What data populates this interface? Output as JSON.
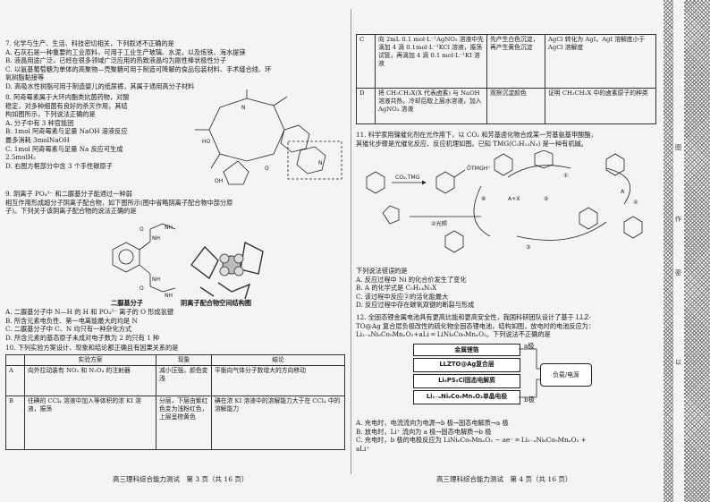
{
  "left": {
    "q7": [
      "7. 化学与生产、生活、科技密切相关，下列叙述不正确的是",
      "A. 石灰石是一种重要的工业原料，可用于工业生产玻璃、水泥，以及炼铁、海水提镁",
      "B. 液晶用途广泛，已经在很多领域广泛应用的热致液晶均为刚性棒状极性分子",
      "C. 以氨基葡萄糖为单体的高聚物—壳聚糖可用于制造可降解的食品包装材料、手术缝合线、环",
      "   氧树脂黏接等",
      "D. 高吸水性树脂可用于制造婴儿的纸尿裤，其属于通用高分子材料"
    ],
    "q8": [
      "8. 阿奇霉素属于大环内酯类抗菌药物，对酸",
      "稳定，对多种细菌有良好的杀灭作用，其结",
      "构如图所示，下列说法正确的是",
      "A. 分子中有 3 种官能团",
      "B. 1mol 阿奇霉素与足量 NaOH 溶液反应",
      "   最多消耗 3molNaOH",
      "C. 1mol 阿奇霉素与足量 Na 反应可生成",
      "   2.5molH₂",
      "D. 右图方框部分中含 3 个手性碳原子"
    ],
    "q9": [
      "9. 阴离子 PO₄³⁻ 和二脲基分子能通过一种弱",
      "相互作用形成超分子阴离子配合物，如下图所示(图中省略阴离子配合物中部分原",
      "子)。下列关于该阴离子配合物的说法正确的是"
    ],
    "q9_fig1": "二脲基分子",
    "q9_fig2": "阴离子配合物空间结构图",
    "q9_opts": [
      "A. 二脲基分子中 N—H 的 H 和 PO₄³⁻ 离子的 O 形成氢键",
      "B. 所含元素电负性、第一电离能最大的均是 N",
      "C. 二脲基分子中 C、N 均只有一种杂化方式",
      "D. 所含元素的基态原子未成对电子数为 2 的只有 1 种"
    ],
    "q10": "10. 下列实验方案设计、现象和结论都正确且有因果关系的是",
    "table": {
      "headers": [
        "",
        "实验方案",
        "现象",
        "结论"
      ],
      "rows": [
        [
          "A",
          "向外拉动装有 NO₂ 和 N₂O₄ 的注射器",
          "减小压强，颜色变浅",
          "平衡向气体分子数增大的方向移动"
        ],
        [
          "B",
          "往碘的 CCl₄ 溶液中加入等体积的浓 KI 溶液，振荡",
          "分层，下层由紫红色变为浅粉红色，上层呈棕黄色",
          "碘在浓 KI 溶液中的溶解能力大于在 CCl₄ 中的溶解能力"
        ]
      ]
    },
    "footer": "高三理科综合能力测试　第 3 页（共 16 页）"
  },
  "right": {
    "table": [
      [
        "C",
        "向 2mL 0.1 mol·L⁻¹AgNO₃ 溶液中先滴加 4 滴 0.1mol·L⁻¹KCl 溶液，振荡试管，再滴加 4 滴 0.1 mol·L⁻¹KI 溶液",
        "先产生白色沉淀，再产生黄色沉淀",
        "AgCl 转化为 AgI，AgI 溶解度小于 AgCl 溶解度"
      ],
      [
        "D",
        "将 CH₃CH₂X(X 代表卤素) 与 NaOH 溶液共热，冷却后取上层水溶液，加入 AgNO₃ 溶液",
        "观察沉淀颜色",
        "证明 CH₃CH₂X 中的卤素原子的种类"
      ]
    ],
    "q11": [
      "11. 科学家用镍催化剂在光作用下，以 CO₂ 和芳基卤化物合成某一芳基氨基甲酸酯，",
      "  其催化步骤是光催化反应、反应机理如图。已知 TMG(C₅H₁₃N₃) 是一种有机碱。"
    ],
    "mech_labels": [
      "CO₂,TMG",
      "A+X",
      "②光照",
      "⑤",
      "③",
      "①",
      "④",
      "⑥",
      "ÕTMGH⁺",
      "A"
    ],
    "q11_opts": [
      "下列说法错误的是",
      "A. 反应过程中 Ni 的化合价发生了变化",
      "B. A 的化学式是 C₅H₁₄N₃X",
      "C. 该过程中反应②的活化能最大",
      "D. 反应过程中存在碳氧双键的断裂与形成"
    ],
    "q12": [
      "12. 全固态锂金属电池具有更高比能和更高安全性，我国科研团队设计了基于 LLZ-",
      "  TO@Ag 复合层负极改性的硫化物全固态锂电池，结构如图，放电时的电池反应为：",
      "  Li₁₋ₐNi₈Co₉MnₓO₂+aLi ═ LiNi₈Co₉MnₓO₂。下列说法不正确的是"
    ],
    "battery": [
      "金属锂箔",
      "LLZTO@Ag复合层",
      "Li₆PS₅Cl固态电解质",
      "Li₁₋ₐNi₈Co₉MnₓO₂单晶电极"
    ],
    "battery_side": [
      "a极",
      "负载/电源",
      "b极"
    ],
    "q12_opts": [
      "A. 充电时，电流流向为电源→b 极→固态电解质→a 极",
      "B. 放电时，Li⁺ 流向为 a 极→固态电解质→b 极",
      "C. 充电时，b 极的电极反应为 LiNi₈Co₉MnₓO₂ − ae⁻ ═ Li₁₋ₐNi₈Co₉MnₓO₂ +",
      "   aLi⁺"
    ],
    "footer": "高三理科综合能力测试　第 4 页（共 16 页）"
  },
  "margin": [
    "图",
    "作",
    "密",
    "以"
  ]
}
